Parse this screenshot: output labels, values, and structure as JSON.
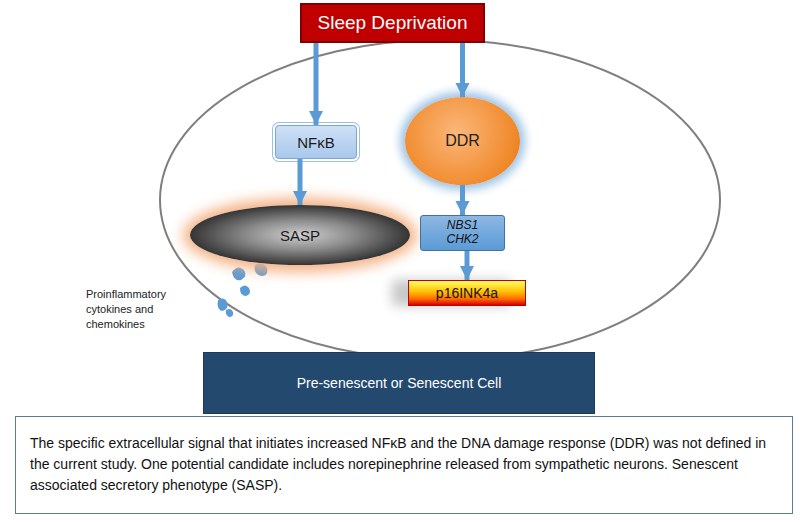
{
  "diagram": {
    "caption": "The specific extracellular signal that initiates increased NFκB and the DNA damage response (DDR) was not defined in the current study. One potential candidate includes norepinephrine released from sympathetic neurons. Senescent associated secretory phenotype (SASP).",
    "nodes": [
      {
        "text": [
          "Sleep Deprivation"
        ]
      },
      {
        "text": [
          "NFκB"
        ]
      },
      {
        "text": [
          "DDR"
        ]
      },
      {
        "text": [
          "SASP"
        ]
      },
      {
        "text": [
          "NBS1 CHK2"
        ]
      },
      {
        "text": [
          "p16INK4a"
        ]
      },
      {
        "text": [
          "Pre-senescent or Senescent Cell"
        ]
      }
    ],
    "edges": [
      {
        "from": 0,
        "to": 1,
        "arrow": "to"
      },
      {
        "from": 0,
        "to": 2,
        "arrow": "to"
      },
      {
        "from": 1,
        "to": 3,
        "arrow": "to"
      },
      {
        "from": 2,
        "to": 4,
        "arrow": "to"
      },
      {
        "from": 4,
        "to": 5,
        "arrow": "to"
      }
    ],
    "labels": [
      "Proinflammatory cytokines and chemokines"
    ]
  }
}
